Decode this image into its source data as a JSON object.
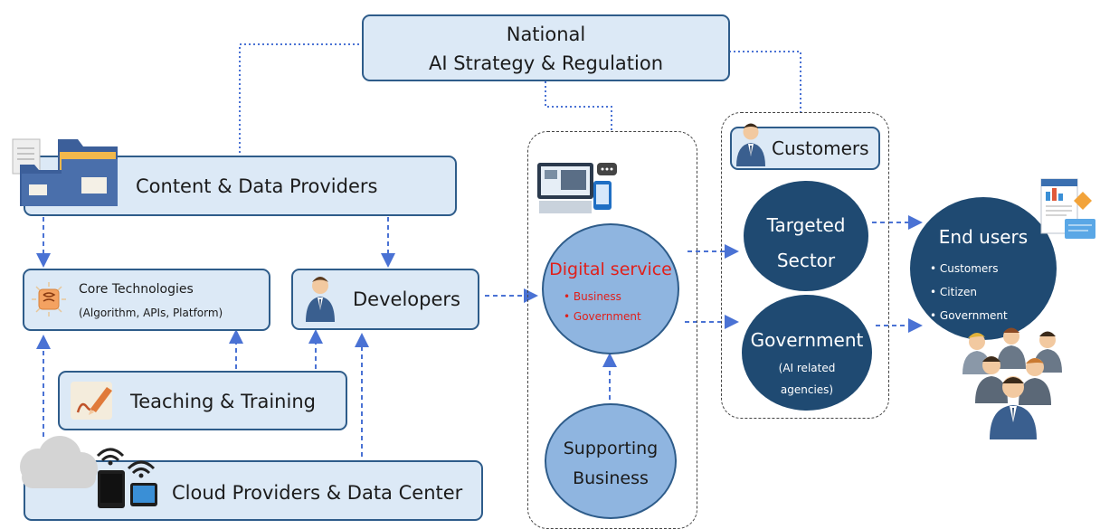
{
  "top_box": {
    "line1": "National",
    "line2": "AI Strategy & Regulation"
  },
  "content_providers": "Content & Data Providers",
  "core_tech": {
    "title": "Core Technologies",
    "subtitle": "(Algorithm,  APIs,  Platform)"
  },
  "developers": "Developers",
  "teaching": "Teaching & Training",
  "cloud": "Cloud Providers & Data Center",
  "digital_service": {
    "title": "Digital service",
    "items": [
      "Business",
      "Government"
    ]
  },
  "supporting": {
    "line1": "Supporting",
    "line2": "Business"
  },
  "customers": "Customers",
  "targeted": {
    "line1": "Targeted",
    "line2": "Sector"
  },
  "government": {
    "line1": "Government",
    "line2": "(AI related",
    "line3": "agencies)"
  },
  "end_users": {
    "title": "End users",
    "items": [
      "Customers",
      "Citizen",
      "Government"
    ]
  },
  "colors": {
    "box_fill": "#dce9f6",
    "box_border": "#2e5c8a",
    "dark_circle": "#1f4a72",
    "light_circle": "#8fb5e0",
    "connector": "#4a72d4",
    "accent_red": "#e0201b"
  },
  "icons": [
    "folders-icon",
    "brain-chip-icon",
    "developer-person-icon",
    "pencil-icon",
    "cloud-icon",
    "wifi-devices-icon",
    "computer-terminal-icon",
    "customer-person-icon",
    "report-document-icon",
    "people-group-icon"
  ]
}
